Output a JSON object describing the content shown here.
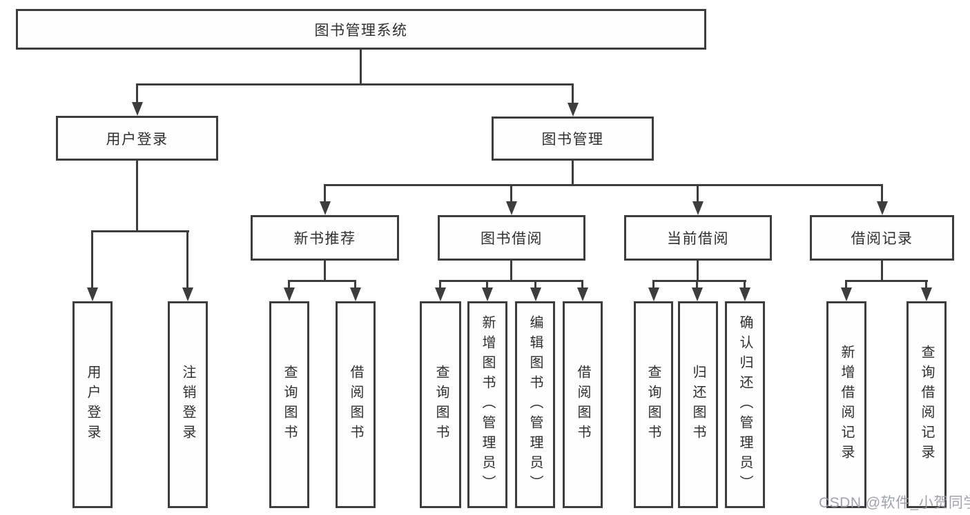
{
  "tree": {
    "root": {
      "label": "图书管理系统"
    },
    "branches": [
      {
        "label": "用户登录",
        "children": [
          {
            "label": "用户登录"
          },
          {
            "label": "注销登录"
          }
        ]
      },
      {
        "label": "图书管理",
        "children": [
          {
            "label": "新书推荐",
            "children": [
              {
                "label": "查询图书"
              },
              {
                "label": "借阅图书"
              }
            ]
          },
          {
            "label": "图书借阅",
            "children": [
              {
                "label": "查询图书"
              },
              {
                "label": "新增图书（管理员）"
              },
              {
                "label": "编辑图书（管理员）"
              },
              {
                "label": "借阅图书"
              }
            ]
          },
          {
            "label": "当前借阅",
            "children": [
              {
                "label": "查询图书"
              },
              {
                "label": "归还图书"
              },
              {
                "label": "确认归还（管理员）"
              }
            ]
          },
          {
            "label": "借阅记录",
            "children": [
              {
                "label": "新增借阅记录"
              },
              {
                "label": "查询借阅记录"
              }
            ]
          }
        ]
      }
    ]
  },
  "watermark": {
    "text": "CSDN @软件_小贺同学"
  },
  "colors": {
    "line": "#3d3d3d",
    "text": "#2f2f2f",
    "watermark": "#9799a2",
    "background": "#ffffff"
  }
}
